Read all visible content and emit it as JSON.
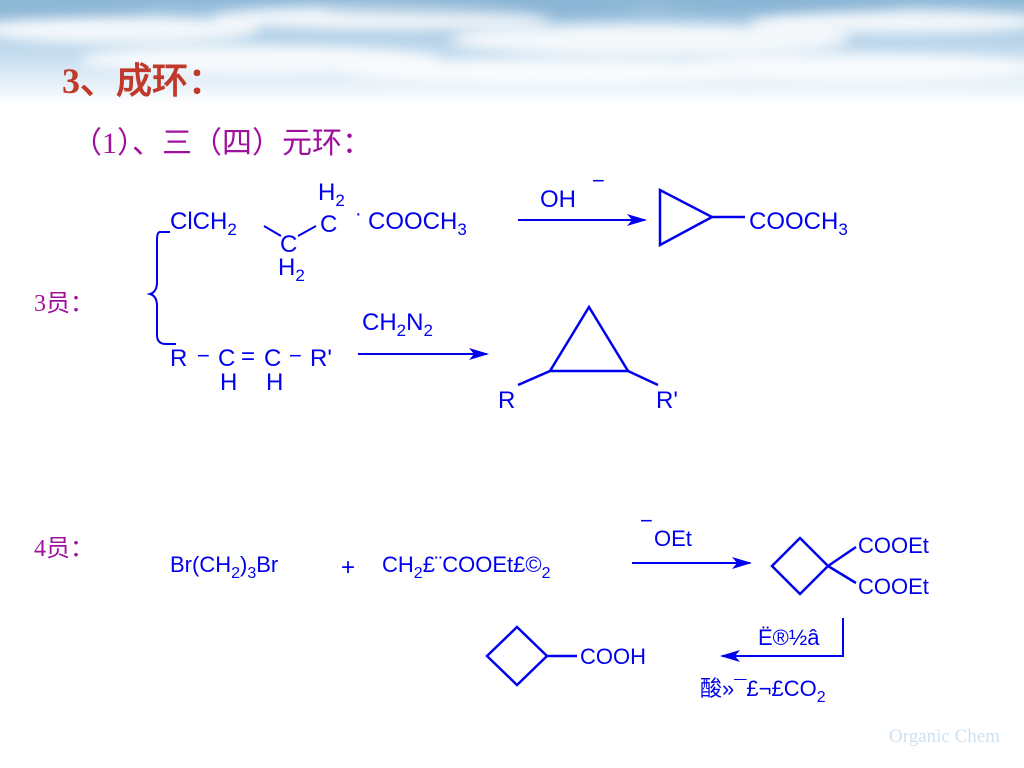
{
  "slide": {
    "title": "3、成环：",
    "subtitle": "（1）、三（四）元环：",
    "label_three": "3员：",
    "label_four": "4员：",
    "watermark": "Organic Chem"
  },
  "colors": {
    "title": "#c0392b",
    "subtitle": "#a0109e",
    "chemistry": "#0000ee"
  },
  "reaction1": {
    "start_group": "ClCH",
    "start_sub": "2",
    "ch2_top_H": "H",
    "ch2_top_sub": "2",
    "ch2_top_C": "C",
    "ch2_bottom_C": "C",
    "ch2_bottom_H": "H",
    "ch2_bottom_sub": "2",
    "ester_dot": "·",
    "ester_main": "COOCH",
    "ester_sub": "3",
    "reagent_main": "OH",
    "reagent_charge": "−",
    "product_main": "COOCH",
    "product_sub": "3"
  },
  "reaction2": {
    "substituent_r": "R",
    "dash1": "−",
    "carbon1": "C",
    "double_bond": "=",
    "carbon2": "C",
    "dash2": "−",
    "substituent_r_prime": "R'",
    "h1": "H",
    "h2": "H",
    "reagent_ch": "CH",
    "reagent_sub1": "2",
    "reagent_n": "N",
    "reagent_sub2": "2",
    "product_r": "R",
    "product_r_prime": "R'"
  },
  "reaction3": {
    "reactant1_a": "Br(CH",
    "reactant1_sub1": "2",
    "reactant1_b": ")",
    "reactant1_sub2": "3",
    "reactant1_c": "Br",
    "plus": "+",
    "reactant2_a": "CH",
    "reactant2_sub": "2",
    "reactant2_b": "£¨COOEt£©",
    "reactant2_sub2": "2",
    "reagent_charge": "−",
    "reagent": "OEt",
    "product_top": "COOEt",
    "product_bottom": "COOEt",
    "step2_reagent": "Ë®½â",
    "step2_condition": "酸»¯£¬£­CO",
    "step2_condition_sub": "2",
    "final_product": "COOH"
  }
}
